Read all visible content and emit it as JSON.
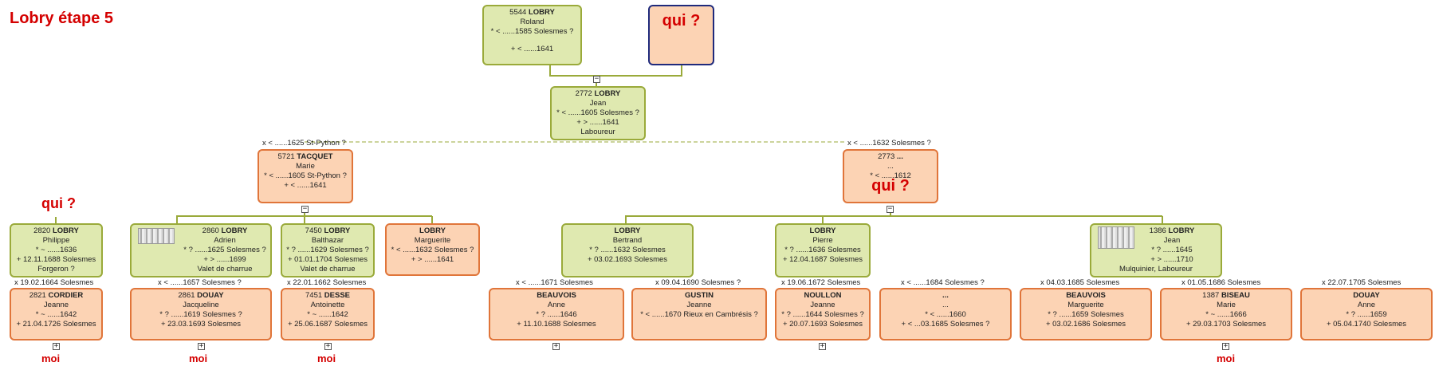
{
  "title": "Lobry étape 5",
  "qui": "qui ?",
  "moi": "moi",
  "toggle_minus": "−",
  "toggle_plus": "+",
  "persons": {
    "p5544": {
      "num": "5544",
      "surname": "LOBRY",
      "given": "Roland",
      "l1": "* < ......1585 Solesmes ?",
      "l2": "+ < ......1641"
    },
    "p2772": {
      "num": "2772",
      "surname": "LOBRY",
      "given": "Jean",
      "l1": "* < ......1605 Solesmes ?",
      "l2": "+ > ......1641",
      "l3": "Laboureur"
    },
    "p5721": {
      "num": "5721",
      "surname": "TACQUET",
      "given": "Marie",
      "l1": "* < ......1605 St-Python ?",
      "l2": "+ < ......1641"
    },
    "p2773": {
      "num": "2773",
      "surname": "...",
      "given": "...",
      "l1": "* < ......1612"
    },
    "p2820": {
      "num": "2820",
      "surname": "LOBRY",
      "given": "Philippe",
      "l1": "* ~ ......1636",
      "l2": "+ 12.11.1688 Solesmes",
      "l3": "Forgeron ?"
    },
    "p2821": {
      "num": "2821",
      "surname": "CORDIER",
      "given": "Jeanne",
      "l1": "* ~ ......1642",
      "l2": "+ 21.04.1726 Solesmes"
    },
    "p2860": {
      "num": "2860",
      "surname": "LOBRY",
      "given": "Adrien",
      "l1": "* ? ......1625 Solesmes ?",
      "l2": "+ > ......1699",
      "l3": "Valet de charrue"
    },
    "p2861": {
      "num": "2861",
      "surname": "DOUAY",
      "given": "Jacqueline",
      "l1": "* ? ......1619 Solesmes ?",
      "l2": "+ 23.03.1693 Solesmes"
    },
    "p7450": {
      "num": "7450",
      "surname": "LOBRY",
      "given": "Balthazar",
      "l1": "* ? ......1629 Solesmes ?",
      "l2": "+ 01.01.1704 Solesmes",
      "l3": "Valet de charrue"
    },
    "p7451": {
      "num": "7451",
      "surname": "DESSE",
      "given": "Antoinette",
      "l1": "* ~ ......1642",
      "l2": "+ 25.06.1687 Solesmes"
    },
    "pMarg": {
      "surname": "LOBRY",
      "given": "Marguerite",
      "l1": "* < ......1632 Solesmes ?",
      "l2": "+ > ......1641"
    },
    "pBert": {
      "surname": "LOBRY",
      "given": "Bertrand",
      "l1": "* ? ......1632 Solesmes",
      "l2": "+ 03.02.1693 Solesmes"
    },
    "pPier": {
      "surname": "LOBRY",
      "given": "Pierre",
      "l1": "* ? ......1636 Solesmes",
      "l2": "+ 12.04.1687 Solesmes"
    },
    "p1386": {
      "num": "1386",
      "surname": "LOBRY",
      "given": "Jean",
      "l1": "* ? ......1645",
      "l2": "+ > ......1710",
      "l3": "Mulquinier, Laboureur"
    },
    "pBeauA": {
      "surname": "BEAUVOIS",
      "given": "Anne",
      "l1": "* ? ......1646",
      "l2": "+ 11.10.1688 Solesmes"
    },
    "pGust": {
      "surname": "GUSTIN",
      "given": "Jeanne",
      "l1": "* < ......1670 Rieux en Cambrésis ?"
    },
    "pNoul": {
      "surname": "NOULLON",
      "given": "Jeanne",
      "l1": "* ? ......1644 Solesmes ?",
      "l2": "+ 20.07.1693 Solesmes"
    },
    "pUnk": {
      "surname": "...",
      "given": "...",
      "l1": "* < ......1660",
      "l2": "+ < ...03.1685 Solesmes ?"
    },
    "pBeauM": {
      "surname": "BEAUVOIS",
      "given": "Marguerite",
      "l1": "* ? ......1659 Solesmes",
      "l2": "+ 03.02.1686 Solesmes"
    },
    "p1387": {
      "num": "1387",
      "surname": "BISEAU",
      "given": "Marie",
      "l1": "* ~ ......1666",
      "l2": "+ 29.03.1703 Solesmes"
    },
    "pDouA": {
      "surname": "DOUAY",
      "given": "Anne",
      "l1": "* ? ......1659",
      "l2": "+ 05.04.1740 Solesmes"
    }
  },
  "marriages": {
    "m5721": "x < ......1625 St-Python ?",
    "m2773": "x < ......1632 Solesmes ?",
    "m2820": "x 19.02.1664 Solesmes",
    "m2860": "x < ......1657 Solesmes ?",
    "m7450": "x 22.01.1662 Solesmes",
    "mBeauA": "x < ......1671 Solesmes",
    "mGust": "x 09.04.1690 Solesmes ?",
    "mNoul": "x 19.06.1672 Solesmes",
    "mUnk": "x < ......1684 Solesmes ?",
    "mBeauM": "x 04.03.1685 Solesmes",
    "m1387": "x 01.05.1686 Solesmes",
    "mDouA": "x 22.07.1705 Solesmes"
  }
}
